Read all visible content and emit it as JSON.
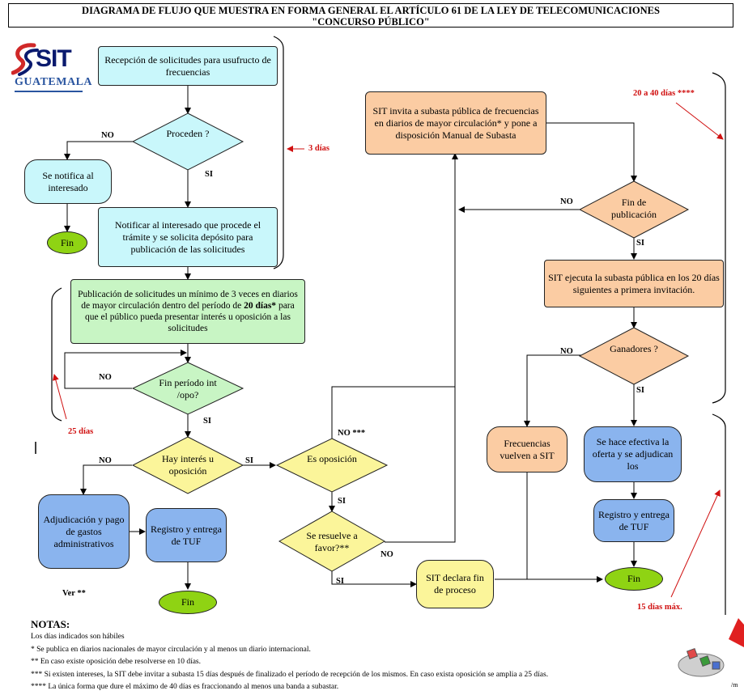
{
  "title": {
    "line1": "DIAGRAMA DE FLUJO QUE MUESTRA EN FORMA GENERAL EL ARTÍCULO 61 DE LA LEY DE TELECOMUNICACIONES",
    "line2": "\"CONCURSO PÚBLICO\""
  },
  "logo": {
    "brand": "SIT",
    "country": "GUATEMALA"
  },
  "nodes": {
    "recepcion": "Recepción de solicitudes para usufructo de frecuencias",
    "proceden": "Proceden ?",
    "notifica": "Se notifica al interesado",
    "fin1": "Fin",
    "notificar_procede": "Notificar al interesado que procede el trámite y se solicita depósito para publicación de las solicitudes",
    "publicacion_a": "Publicación de solicitudes un mínimo de 3 veces en diarios de mayor circulación dentro del período de ",
    "publicacion_b": "20 días*",
    "publicacion_c": " para que el público pueda presentar interés u oposición a las solicitudes",
    "fin_periodo": "Fin período int /opo?",
    "hay_interes": "Hay interés u oposición",
    "es_oposicion": "Es oposición",
    "se_resuelve": "Se resuelve a favor?**",
    "adjudicacion": "Adjudicación y pago de gastos administrativos",
    "registro1": "Registro y entrega de TUF",
    "fin2": "Fin",
    "sit_declara": "SIT declara fin de proceso",
    "sit_invita": "SIT invita a subasta pública de frecuencias en diarios de mayor circulación* y pone a disposición Manual de Subasta",
    "fin_publicacion": "Fin de publicación",
    "sit_ejecuta": "SIT ejecuta la subasta pública en los 20 días siguientes a primera invitación.",
    "ganadores": "Ganadores ?",
    "frecuencias": "Frecuencias vuelven a SIT",
    "se_hace": "Se hace efectiva la oferta y se adjudican los",
    "registro2": "Registro y entrega de TUF",
    "fin3": "Fin"
  },
  "labels": {
    "no": "NO",
    "si": "SI",
    "no3": "NO ***",
    "dias3": "3 días",
    "dias25": "25 días",
    "dias2040": "20 a 40 días ****",
    "dias15": "15 días máx.",
    "ver": "Ver **"
  },
  "notes": {
    "heading": "NOTAS:",
    "items": [
      "Los días indicados son hábiles",
      "* Se publica en diarios nacionales de mayor circulación y al menos un diario internacional.",
      "**  En caso existe oposición debe resolverse en 10 días.",
      "*** Si existen intereses, la SIT debe invitar a subasta 15 días después de finalizado el período de recepción de los mismos. En caso exista oposición se amplia a 25 días.",
      "****  La única forma que dure el máximo de 40 días es fraccionando al menos una banda a subastar."
    ],
    "footer": "/m"
  },
  "colors": {
    "cyan": "#c9f7fb",
    "green": "#c8f5c4",
    "orange": "#fbcca3",
    "blue": "#8ab4ee",
    "yellow": "#fbf59a",
    "fin": "#8fd313",
    "red": "#d01010"
  }
}
